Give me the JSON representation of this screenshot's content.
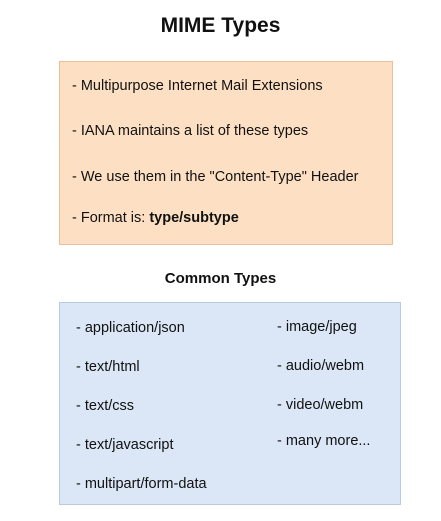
{
  "title": "MIME Types",
  "info_box": {
    "lines": [
      "- Multipurpose Internet Mail Extensions",
      "- IANA maintains a list of these types",
      "- We use them in the \"Content-Type\" Header"
    ],
    "format_prefix": "- Format is: ",
    "format_value": "type/subtype"
  },
  "common_types": {
    "heading": "Common Types",
    "left_column": [
      "- application/json",
      "- text/html",
      "- text/css",
      "- text/javascript",
      "- multipart/form-data"
    ],
    "right_column": [
      "- image/jpeg",
      "- audio/webm",
      "- video/webm",
      "- many more..."
    ]
  },
  "colors": {
    "info_box_fill": "#fde0c4",
    "info_box_border": "#e8c19a",
    "types_box_fill": "#dbe7f6",
    "types_box_border": "#b9cbe2"
  }
}
